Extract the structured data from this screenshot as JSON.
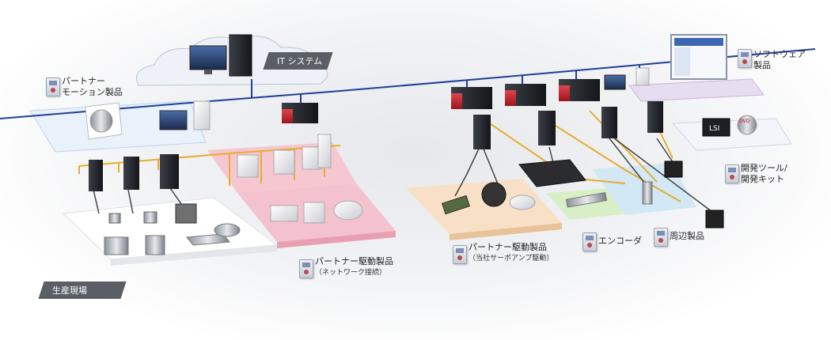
{
  "labels": {
    "it_system": "IT システム",
    "software": {
      "line1": "ソフトウェア",
      "line2": "製品"
    },
    "partner_motion": {
      "line1": "パートナー",
      "line2": "モーション製品"
    },
    "dev_tools": {
      "line1": "開発ツール/",
      "line2": "開発キット"
    },
    "partner_drive_network": {
      "line1": "パートナー駆動製品",
      "line2": "（ネットワーク接続）"
    },
    "partner_drive_servo": {
      "line1": "パートナー駆動製品",
      "line2": "（当社サーボアンプ駆動）"
    },
    "encoder": "エンコーダ",
    "peripheral": "周辺製品",
    "production_site": "生産現場",
    "lsi": "LSI",
    "dvd": "DVD"
  },
  "colors": {
    "network_line": "#1f3f9a",
    "drive_line": "#e6ad2e",
    "controller_red": "#c8232c",
    "pink_platform": "#f3b9c6",
    "peach_platform": "#f5dcc0",
    "green_platform": "#cfe8b9",
    "blue_platform": "#c9e3f1",
    "lavender_platform": "#ddd2ea",
    "badge_gray": "#5a5f66"
  }
}
